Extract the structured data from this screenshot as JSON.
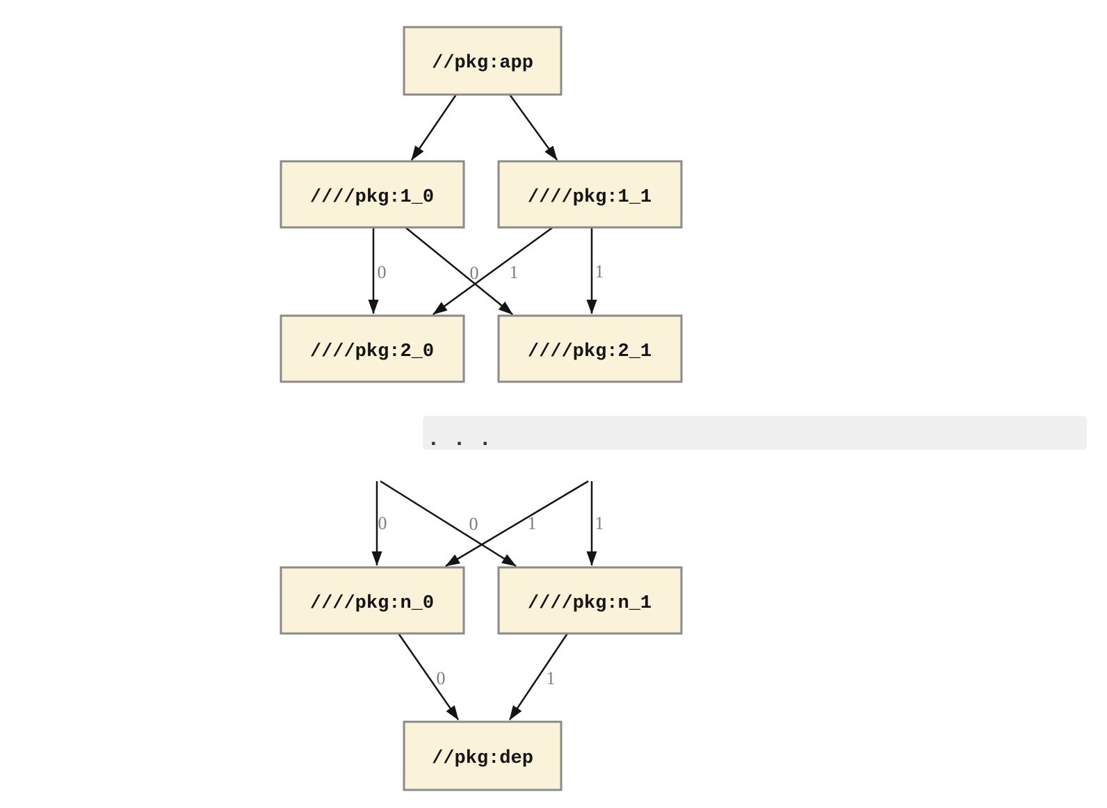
{
  "diagram": {
    "type": "dependency-graph",
    "colors": {
      "background": "#ffffff",
      "node_fill": "#faf3d9",
      "node_border": "#8a8a8a",
      "edge": "#141414",
      "edge_label": "#7d7d7d",
      "band_fill": "#f0f0f0",
      "ellipsis_dots": "#333333"
    },
    "nodes": {
      "app": {
        "label": "//pkg:app"
      },
      "v1_0": {
        "label": "////pkg:1_0"
      },
      "v1_1": {
        "label": "////pkg:1_1"
      },
      "v2_0": {
        "label": "////pkg:2_0"
      },
      "v2_1": {
        "label": "////pkg:2_1"
      },
      "vn_0": {
        "label": "////pkg:n_0"
      },
      "vn_1": {
        "label": "////pkg:n_1"
      },
      "dep": {
        "label": "//pkg:dep"
      }
    },
    "ellipsis": ". . .",
    "edges": [
      {
        "from": "//pkg:app",
        "to": "////pkg:1_0",
        "label": ""
      },
      {
        "from": "//pkg:app",
        "to": "////pkg:1_1",
        "label": ""
      },
      {
        "from": "////pkg:1_0",
        "to": "////pkg:2_0",
        "label": "0"
      },
      {
        "from": "////pkg:1_0",
        "to": "////pkg:2_1",
        "label": "1"
      },
      {
        "from": "////pkg:1_1",
        "to": "////pkg:2_0",
        "label": "0"
      },
      {
        "from": "////pkg:1_1",
        "to": "////pkg:2_1",
        "label": "1"
      },
      {
        "from": "...",
        "to": "////pkg:n_0",
        "label": "0"
      },
      {
        "from": "...",
        "to": "////pkg:n_1",
        "label": "1"
      },
      {
        "from": "...",
        "to": "////pkg:n_0",
        "label": "0"
      },
      {
        "from": "...",
        "to": "////pkg:n_1",
        "label": "1"
      },
      {
        "from": "////pkg:n_0",
        "to": "//pkg:dep",
        "label": "0"
      },
      {
        "from": "////pkg:n_1",
        "to": "//pkg:dep",
        "label": "1"
      }
    ]
  }
}
